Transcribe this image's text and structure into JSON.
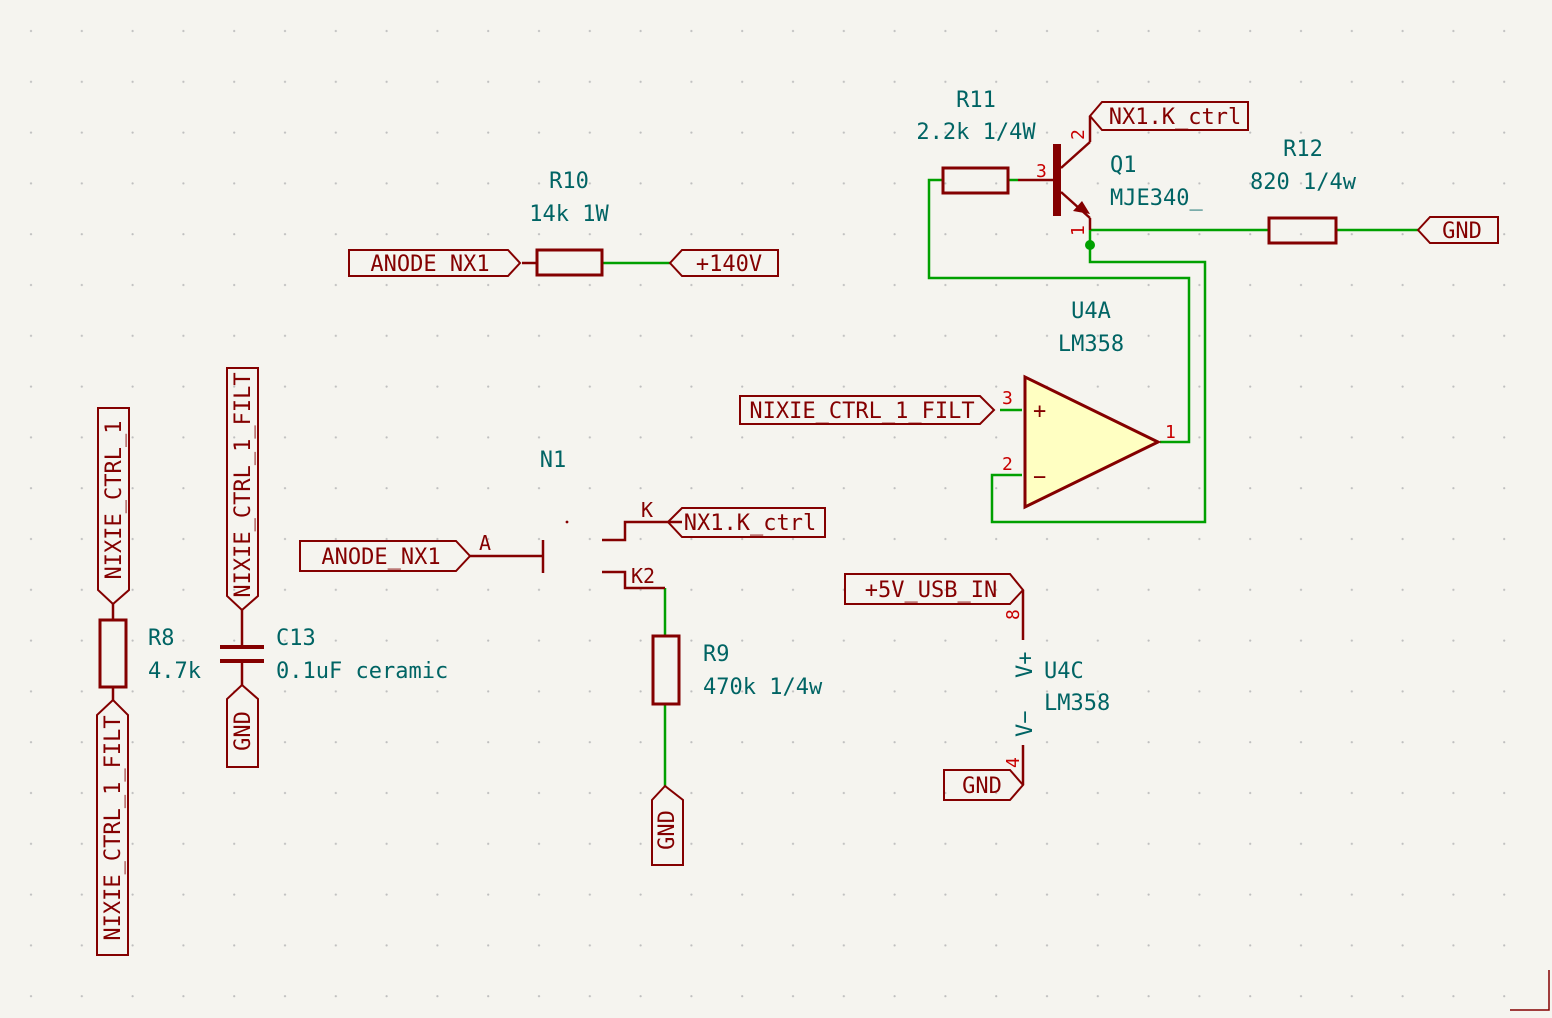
{
  "colors": {
    "background": "#f5f4ef",
    "wire": "#00a000",
    "symbol": "#840000",
    "reference": "#006464",
    "pin_number": "#c80000",
    "opamp_fill": "#ffffc2"
  },
  "labels": {
    "anode_top": "ANODE_NX1",
    "plus140": "+140V",
    "nx1k_top": "NX1.K_ctrl",
    "gnd_r12": "GND",
    "nixie_filt_opamp": "NIXIE_CTRL_1_FILT",
    "anode_n1": "ANODE_NX1",
    "nx1k_n1": "NX1.K_ctrl",
    "nixie_ctrl_1": "NIXIE_CTRL_1",
    "nixie_filt_r8": "NIXIE_CTRL_1_FILT",
    "nixie_filt_c13": "NIXIE_CTRL_1_FILT",
    "gnd_c13": "GND",
    "gnd_r9": "GND",
    "plus5v": "+5V_USB_IN",
    "gnd_u4c": "GND"
  },
  "components": {
    "r10": {
      "ref": "R10",
      "value": "14k 1W"
    },
    "r11": {
      "ref": "R11",
      "value": "2.2k 1/4W"
    },
    "q1": {
      "ref": "Q1",
      "value": "MJE340_"
    },
    "r12": {
      "ref": "R12",
      "value": "820 1/4w"
    },
    "u4a": {
      "ref": "U4A",
      "value": "LM358"
    },
    "n1": {
      "ref": "N1"
    },
    "r9": {
      "ref": "R9",
      "value": "470k 1/4w"
    },
    "r8": {
      "ref": "R8",
      "value": "4.7k"
    },
    "c13": {
      "ref": "C13",
      "value": "0.1uF ceramic"
    },
    "u4c": {
      "ref": "U4C",
      "value": "LM358"
    }
  },
  "pins": {
    "q1_base": "3",
    "q1_collector": "2",
    "q1_emitter": "1",
    "u4a_noninv": "3",
    "u4a_inv": "2",
    "u4a_out": "1",
    "u4a_plus": "+",
    "u4a_minus": "−",
    "n1_anode": "A",
    "n1_k": "K",
    "n1_k2": "K2",
    "u4c_vplus_num": "8",
    "u4c_vminus_num": "4",
    "u4c_vplus": "V+",
    "u4c_vminus": "V−"
  }
}
